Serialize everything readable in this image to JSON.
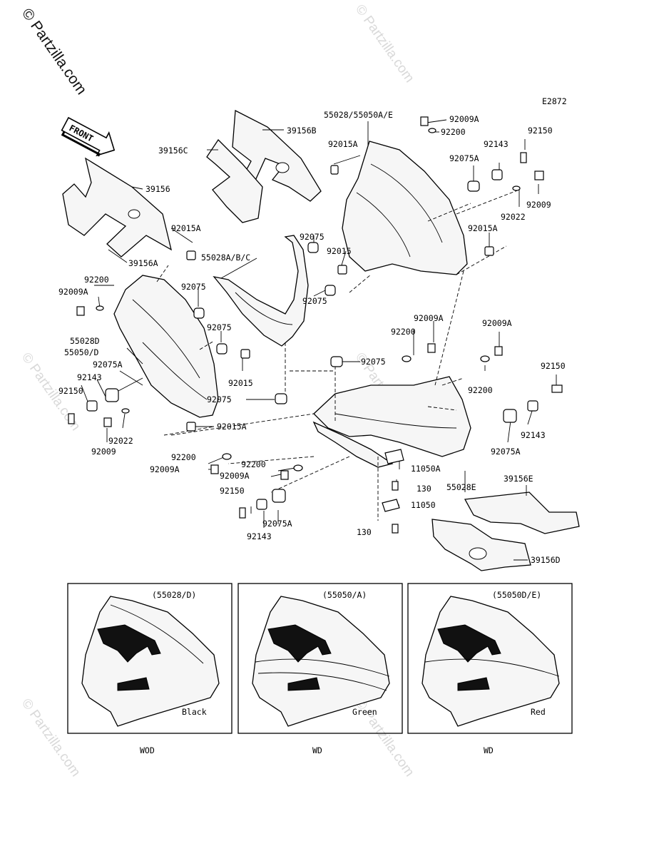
{
  "watermark": {
    "main": "© Partzilla.com",
    "faded": "© Partzilla.com"
  },
  "diagram_code": "E2872",
  "front_label": "FRONT",
  "labels": {
    "p55028_55050AE": "55028/55050A/E",
    "p92009A_top": "92009A",
    "p92200_top": "92200",
    "p92150_top": "92150",
    "p92015A_top": "92015A",
    "p92143_top": "92143",
    "p92075A_top": "92075A",
    "p92009_top": "92009",
    "p92022_top": "92022",
    "p92015A_right": "92015A",
    "p39156B": "39156B",
    "p39156C": "39156C",
    "p39156": "39156",
    "p92015A_left": "92015A",
    "p39156A": "39156A",
    "p55028ABC": "55028A/B/C",
    "p92075_a": "92075",
    "p92015_a": "92015",
    "p92075_b": "92075",
    "p92075_c": "92075",
    "p92200_left": "92200",
    "p92009A_left": "92009A",
    "p92075_d": "92075",
    "p55028D": "55028D",
    "p55050D": "55050/D",
    "p92075A_left": "92075A",
    "p92075_e": "92075",
    "p92143_left": "92143",
    "p92015_b": "92015",
    "p92150_left": "92150",
    "p92075_f": "92075",
    "p92022_left": "92022",
    "p92009_left": "92009",
    "p92015A_bottom": "92015A",
    "p92009A_mid": "92009A",
    "p92200_mid": "92200",
    "p92009A_right": "92009A",
    "p92075_g": "92075",
    "p92150_right": "92150",
    "p92200_right": "92200",
    "p92143_right": "92143",
    "p92075A_right": "92075A",
    "p92200_low1": "92200",
    "p92009A_low1": "92009A",
    "p92200_low2": "92200",
    "p92009A_low2": "92009A",
    "p11050A": "11050A",
    "p130_a": "130",
    "p55028E": "55028E",
    "p92150_low": "92150",
    "p92143_low": "92143",
    "p92075A_low": "92075A",
    "p11050": "11050",
    "p130_b": "130",
    "p39156E": "39156E",
    "p39156D": "39156D"
  },
  "variants": [
    {
      "code": "(55028/D)",
      "color": "Black",
      "model": "WOD"
    },
    {
      "code": "(55050/A)",
      "color": "Green",
      "model": "WD"
    },
    {
      "code": "(55050D/E)",
      "color": "Red",
      "model": "WD"
    }
  ]
}
